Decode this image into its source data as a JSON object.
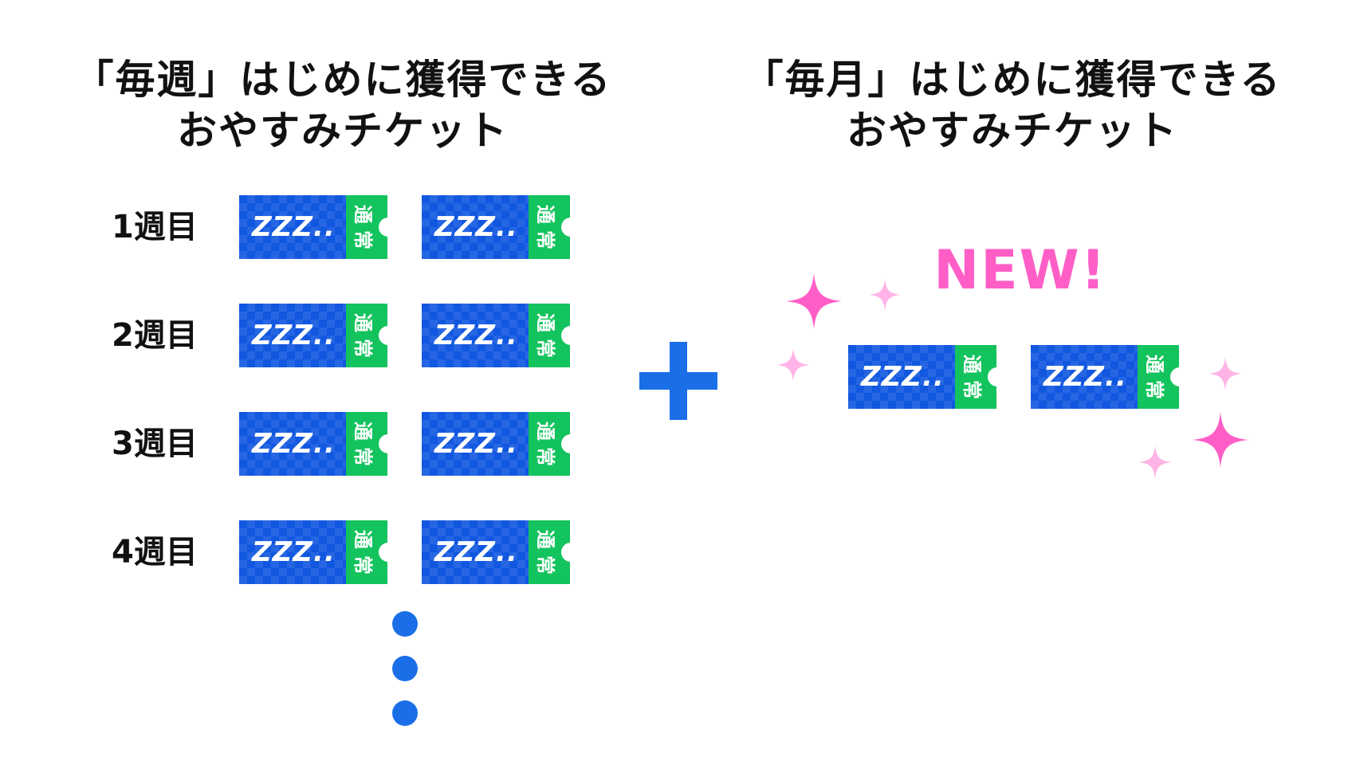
{
  "weekly_section": {
    "heading_line1": "「毎週」はじめに獲得できる",
    "heading_line2": "おやすみチケット",
    "weeks": [
      {
        "label": "1週目"
      },
      {
        "label": "2週目"
      },
      {
        "label": "3週目"
      },
      {
        "label": "4週目"
      }
    ]
  },
  "monthly_section": {
    "heading_line1": "「毎月」はじめに獲得できる",
    "heading_line2": "おやすみチケット",
    "new_badge": "NEW!"
  },
  "ticket": {
    "main_text": "ZZZ..",
    "stub_char1": "通",
    "stub_char2": "常"
  },
  "icons": [
    "plus-icon",
    "sparkle-icon",
    "ellipsis-dots-icon"
  ],
  "colors": {
    "ticket_blue": "#1157e0",
    "ticket_green": "#13c35d",
    "accent_blue": "#1a6ee8",
    "accent_pink": "#ff5ec7",
    "light_pink": "#ffb3e6"
  }
}
